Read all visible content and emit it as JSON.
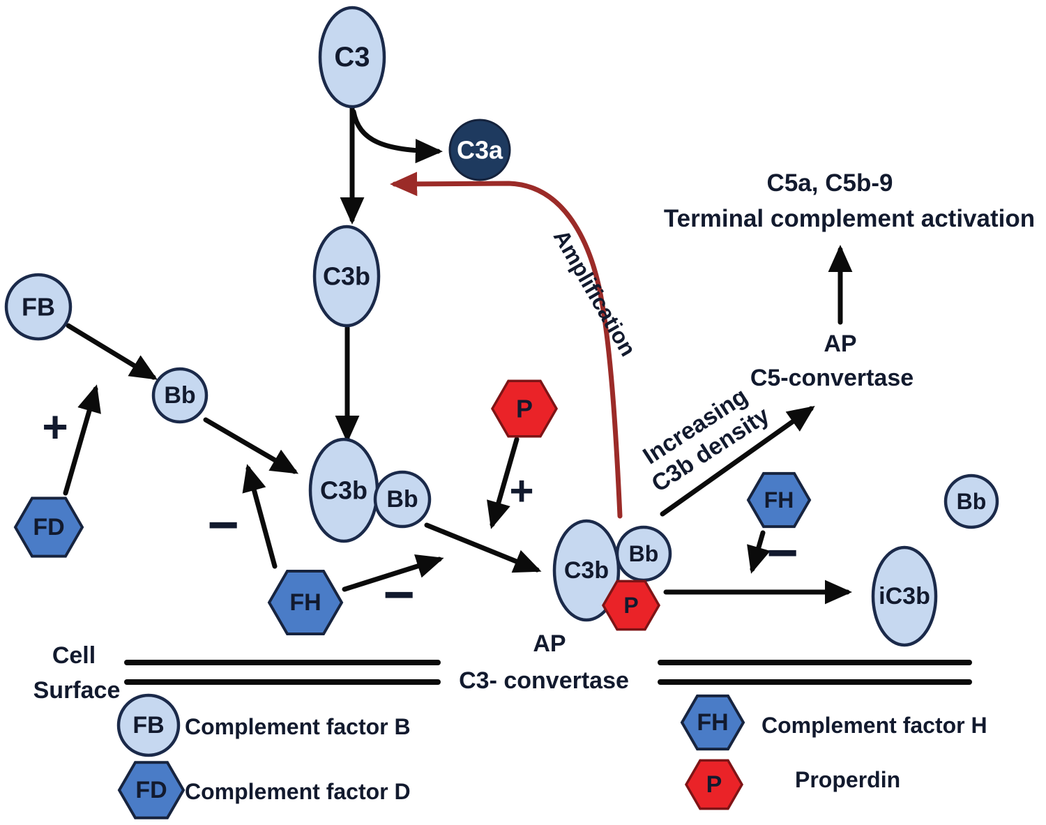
{
  "figure": {
    "description": "Alternative complement pathway diagram",
    "colors": {
      "light_blue_fill": "#c6d8f0",
      "node_stroke": "#1b2a4a",
      "navy_fill": "#1e3a5f",
      "blue_hexagon_fill": "#4a7cc7",
      "red_hexagon_fill": "#ea2328",
      "arrow_black": "#0b0b0b",
      "amplification_red": "#9b2b28",
      "background": "#ffffff"
    }
  },
  "nodes": {
    "c3": {
      "label": "C3"
    },
    "c3a": {
      "label": "C3a"
    },
    "c3b_free": {
      "label": "C3b"
    },
    "fb": {
      "label": "FB"
    },
    "bb_intermediate": {
      "label": "Bb"
    },
    "fd": {
      "label": "FD"
    },
    "proconvertase_c3b": {
      "label": "C3b"
    },
    "proconvertase_bb": {
      "label": "Bb"
    },
    "fh_left": {
      "label": "FH"
    },
    "properdin_free": {
      "label": "P"
    },
    "convertase_c3b": {
      "label": "C3b"
    },
    "convertase_bb": {
      "label": "Bb"
    },
    "convertase_p": {
      "label": "P"
    },
    "fh_right": {
      "label": "FH"
    },
    "ic3b": {
      "label": "iC3b"
    },
    "bb_released": {
      "label": "Bb"
    }
  },
  "annotations": {
    "amplification": "Amplification",
    "increasing_line1": "Increasing",
    "increasing_line2": "C3b density",
    "c5_products": "C5a, C5b-9",
    "terminal_activation": "Terminal complement activation",
    "ap_c5_line1": "AP",
    "ap_c5_line2": "C5-convertase",
    "ap_c3_line1": "AP",
    "ap_c3_line2": "C3- convertase",
    "cell_line1": "Cell",
    "cell_line2": "Surface",
    "plus": "+",
    "minus": "−"
  },
  "legend": [
    {
      "symbol": "FB",
      "label": "Complement factor B"
    },
    {
      "symbol": "FD",
      "label": "Complement factor D"
    },
    {
      "symbol": "FH",
      "label": "Complement factor H"
    },
    {
      "symbol": "P",
      "label": "Properdin"
    }
  ]
}
